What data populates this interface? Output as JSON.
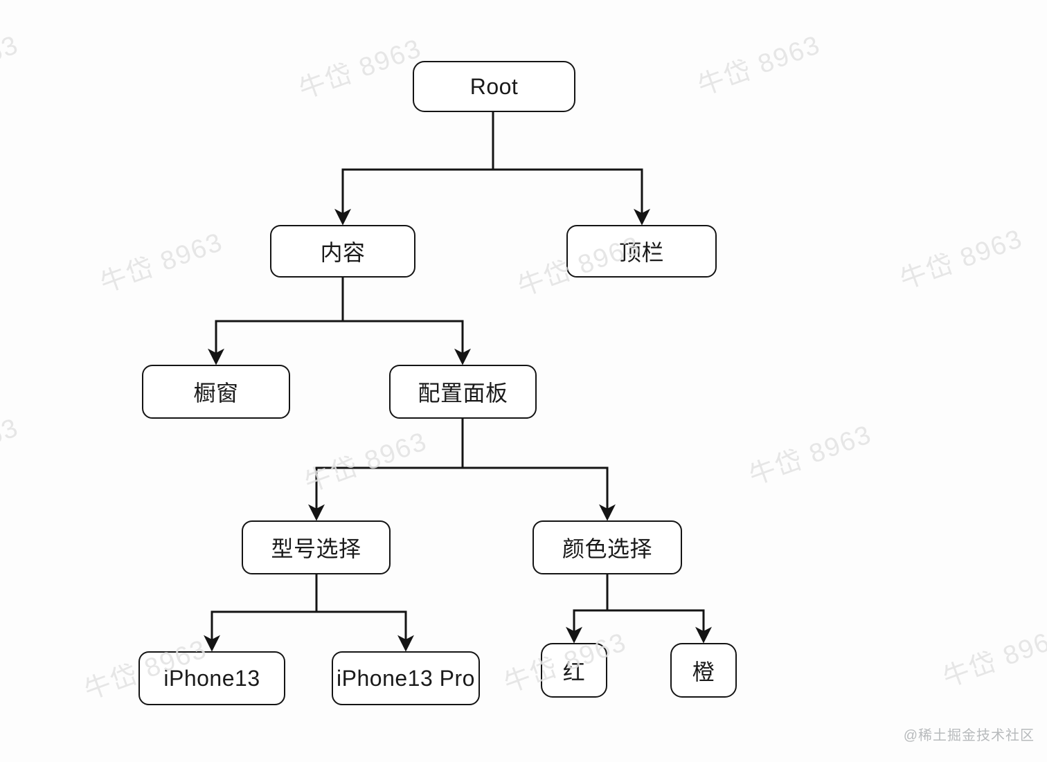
{
  "diagram": {
    "title": "component-tree",
    "nodes": {
      "root": {
        "label": "Root"
      },
      "content": {
        "label": "内容"
      },
      "topbar": {
        "label": "顶栏"
      },
      "showcase": {
        "label": "橱窗"
      },
      "config_panel": {
        "label": "配置面板"
      },
      "model_select": {
        "label": "型号选择"
      },
      "color_select": {
        "label": "颜色选择"
      },
      "iphone13": {
        "label": "iPhone13"
      },
      "iphone13_pro": {
        "label": "iPhone13 Pro"
      },
      "red": {
        "label": "红"
      },
      "orange": {
        "label": "橙"
      }
    },
    "edges": [
      {
        "from": "Root",
        "to": "内容"
      },
      {
        "from": "Root",
        "to": "顶栏"
      },
      {
        "from": "内容",
        "to": "橱窗"
      },
      {
        "from": "内容",
        "to": "配置面板"
      },
      {
        "from": "配置面板",
        "to": "型号选择"
      },
      {
        "from": "配置面板",
        "to": "颜色选择"
      },
      {
        "from": "型号选择",
        "to": "iPhone13"
      },
      {
        "from": "型号选择",
        "to": "iPhone13 Pro"
      },
      {
        "from": "颜色选择",
        "to": "红"
      },
      {
        "from": "颜色选择",
        "to": "橙"
      }
    ],
    "colors": {
      "background": "#fdfdfd",
      "node_fill": "#ffffff",
      "node_border": "#141414",
      "text": "#1a1a1a",
      "line": "#1a1a1a",
      "watermark": "#ededed",
      "attribution": "#b7babc"
    }
  },
  "watermark": {
    "text": "牛岱 8963"
  },
  "attribution": {
    "text": "@稀土掘金技术社区"
  }
}
